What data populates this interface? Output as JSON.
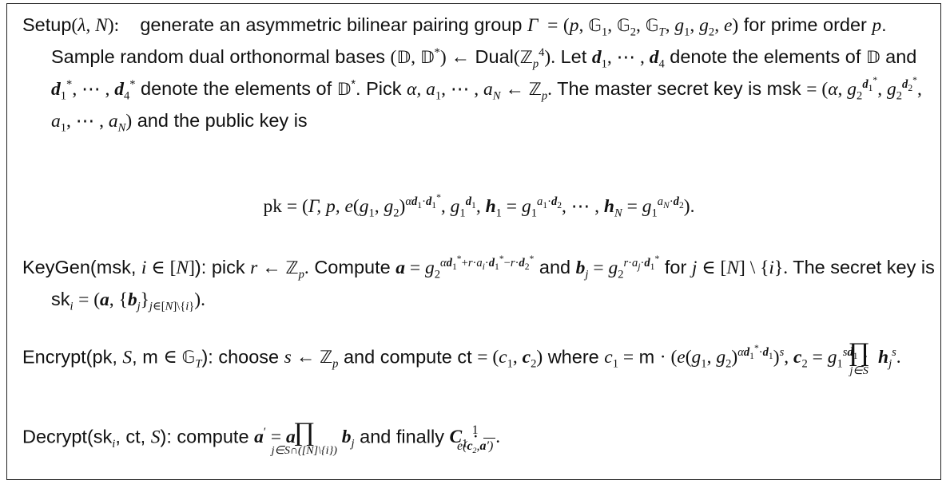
{
  "algorithms": {
    "setup_name": "Setup",
    "keygen_name": "KeyGen",
    "encrypt_name": "Encrypt",
    "decrypt_name": "Decrypt"
  },
  "setup": {
    "s1": "generate an asymmetric bilinear pairing group",
    "s2": "for prime order",
    "s3": "Sample random dual orthonormal bases",
    "s4": "Let",
    "s5": "denote the elements of",
    "s6": "and",
    "s7": "denote the elements of",
    "s8": "Pick",
    "s9": "The master secret key is msk",
    "s10": "and the public key is",
    "dual": "Dual"
  },
  "keygen": {
    "k1": "pick",
    "k2": "Compute",
    "k3": "and",
    "k4": "for",
    "k5": "The secret key is sk"
  },
  "encrypt": {
    "e1": "choose",
    "e2": "and compute ct",
    "e3": "where"
  },
  "decrypt": {
    "d1": "compute",
    "d2": "and finally"
  }
}
